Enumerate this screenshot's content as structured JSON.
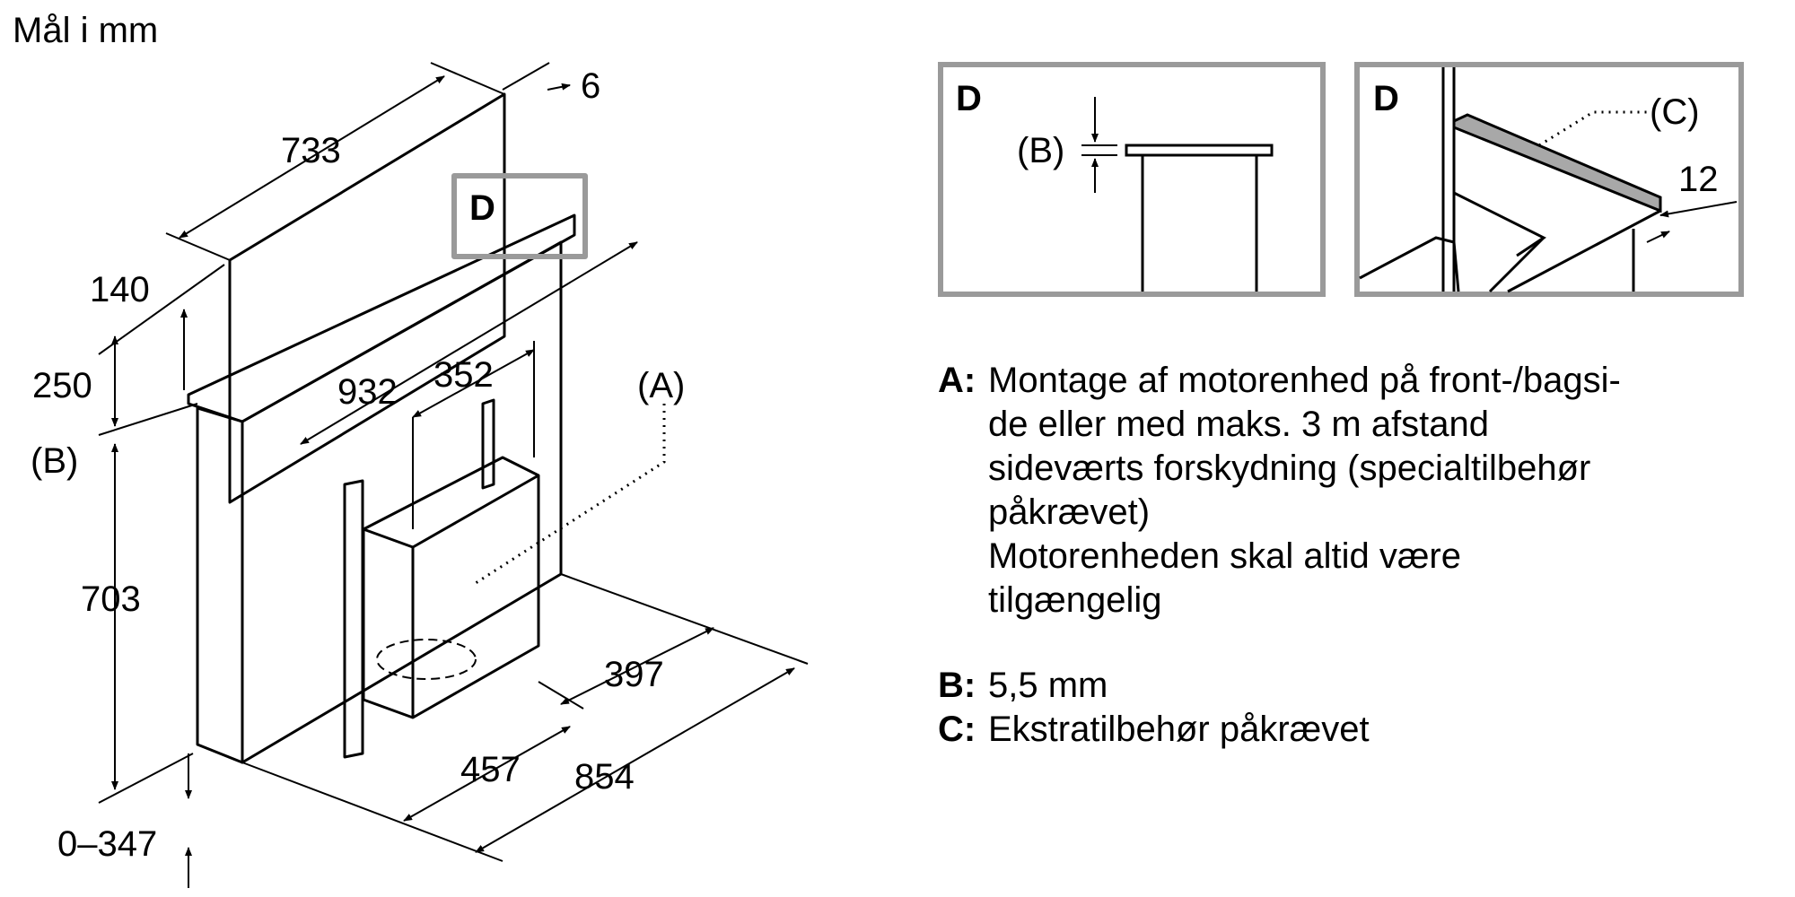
{
  "title": "Mål i mm",
  "dimensions": {
    "width_top": "733",
    "thickness": "6",
    "depth_front": "140",
    "height_upper": "250",
    "label_b": "(B)",
    "height_main": "703",
    "offset_range": "0–347",
    "width_unit": "932",
    "unit_depth": "352",
    "label_a": "(A)",
    "motor_width": "397",
    "motor_depth": "457",
    "total_depth": "854"
  },
  "detail_left": {
    "title": "D",
    "label": "(B)"
  },
  "detail_right": {
    "title": "D",
    "label_c": "(C)",
    "dimension": "12"
  },
  "main_detail_marker": "D",
  "legend": [
    {
      "key": "A:",
      "lines": [
        "Montage af motorenhed på front-/bagsi-",
        "de eller med maks. 3 m afstand",
        "sideværts forskydning (specialtilbehør",
        "påkrævet)",
        "Motorenheden skal altid være",
        "tilgængelig"
      ]
    },
    {
      "key": "B:",
      "lines": [
        "5,5 mm"
      ]
    },
    {
      "key": "C:",
      "lines": [
        "Ekstratilbehør påkrævet"
      ]
    }
  ]
}
